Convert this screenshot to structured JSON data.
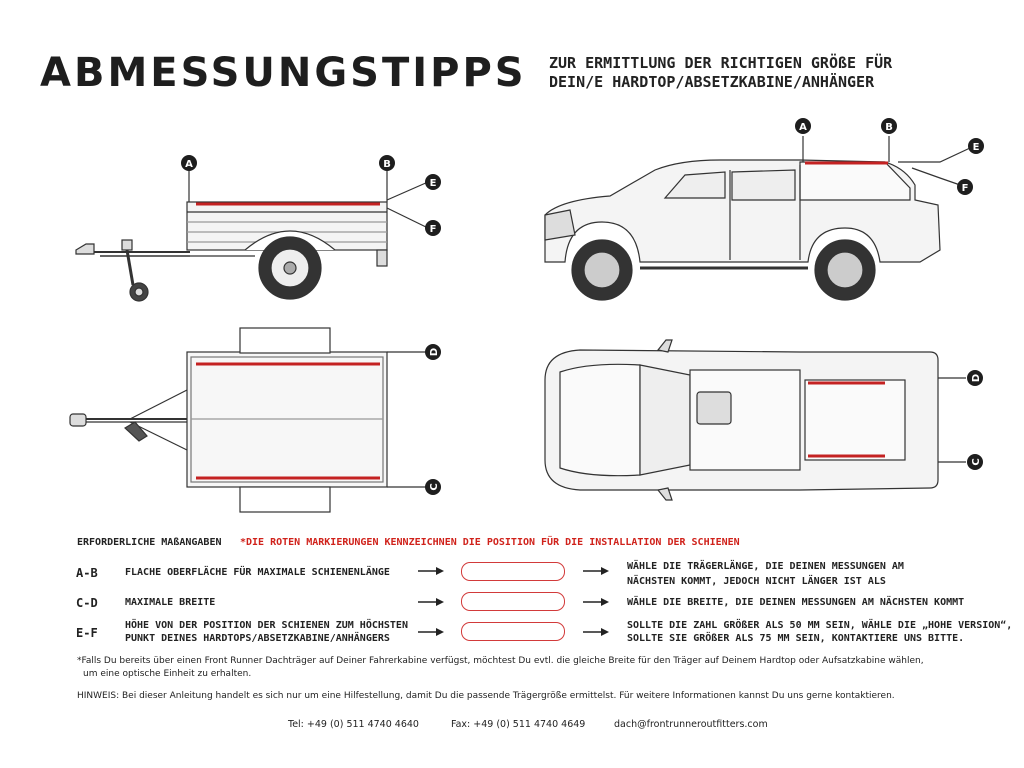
{
  "title": "ABMESSUNGSTIPPS",
  "subtitle": [
    "ZUR ERMITTLUNG DER RICHTIGEN GRÖßE FÜR",
    "DEIN/E HARDTOP/ABSETZKABINE/ANHÄNGER"
  ],
  "markers": {
    "a": "A",
    "b": "B",
    "c": "C",
    "d": "D",
    "e": "E",
    "f": "F"
  },
  "colors": {
    "rail": "#c42222",
    "label_bg": "#1e1e1e",
    "accent": "#d0221b"
  },
  "table": {
    "header": "ERFORDERLICHE MAßANGABEN",
    "note": "*DIE ROTEN MARKIERUNGEN KENNZEICHNEN DIE POSITION FÜR DIE INSTALLATION DER SCHIENEN",
    "rows": [
      {
        "code": "A-B",
        "desc": [
          "FLACHE OBERFLÄCHE FÜR MAXIMALE SCHIENENLÄNGE"
        ],
        "instruction": [
          "WÄHLE DIE TRÄGERLÄNGE, DIE DEINEN MESSUNGEN AM",
          "NÄCHSTEN KOMMT, JEDOCH NICHT LÄNGER IST ALS"
        ]
      },
      {
        "code": "C-D",
        "desc": [
          "MAXIMALE BREITE"
        ],
        "instruction": [
          "WÄHLE DIE BREITE, DIE DEINEN MESSUNGEN AM NÄCHSTEN KOMMT"
        ]
      },
      {
        "code": "E-F",
        "desc": [
          "HÖHE VON DER POSITION DER SCHIENEN ZUM HÖCHSTEN",
          "PUNKT DEINES HARDTOPS/ABSETZKABINE/ANHÄNGERS"
        ],
        "instruction": [
          "SOLLTE DIE ZAHL GRÖßER ALS 50 MM SEIN, WÄHLE DIE „HOHE VERSION“,",
          "SOLLTE SIE GRÖßER ALS 75 MM SEIN, KONTAKTIERE UNS BITTE."
        ]
      }
    ]
  },
  "footnote": [
    "*Falls Du bereits über einen Front Runner Dachträger auf Deiner Fahrerkabine verfügst, möchtest Du evtl. die gleiche Breite für den Träger auf Deinem Hardtop oder Aufsatzkabine wählen,",
    "um eine optische Einheit zu erhalten."
  ],
  "hint": "HINWEIS: Bei dieser Anleitung handelt es sich nur um eine Hilfestellung, damit Du die passende Trägergröße ermittelst. Für weitere Informationen kannst Du uns gerne kontaktieren.",
  "contact": {
    "tel": "Tel: +49 (0) 511 4740 4640",
    "fax": "Fax: +49 (0) 511 4740 4649",
    "email": "dach@frontrunneroutfitters.com"
  }
}
